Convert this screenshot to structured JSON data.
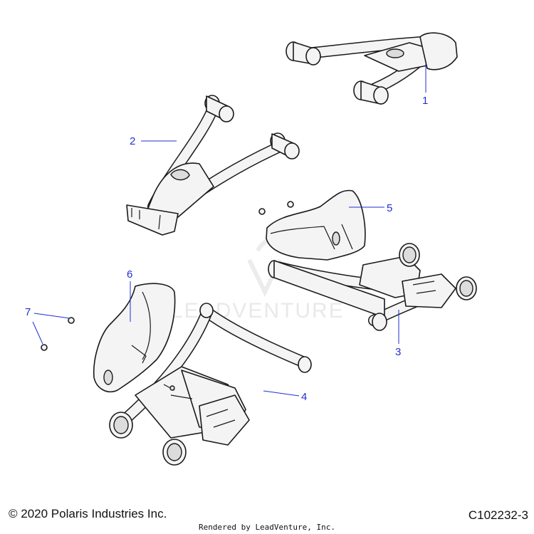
{
  "diagram": {
    "watermark": "LEADVENTURE",
    "callouts": [
      "1",
      "2",
      "3",
      "4",
      "5",
      "6",
      "7"
    ]
  },
  "footer": {
    "copyright": "© 2020 Polaris Industries Inc.",
    "rendered_by": "Rendered by LeadVenture, Inc.",
    "diagram_code": "C102232-3"
  },
  "colors": {
    "callout": "#1f2fd0",
    "line": "#1a1a1a",
    "fill": "#f4f4f4"
  }
}
